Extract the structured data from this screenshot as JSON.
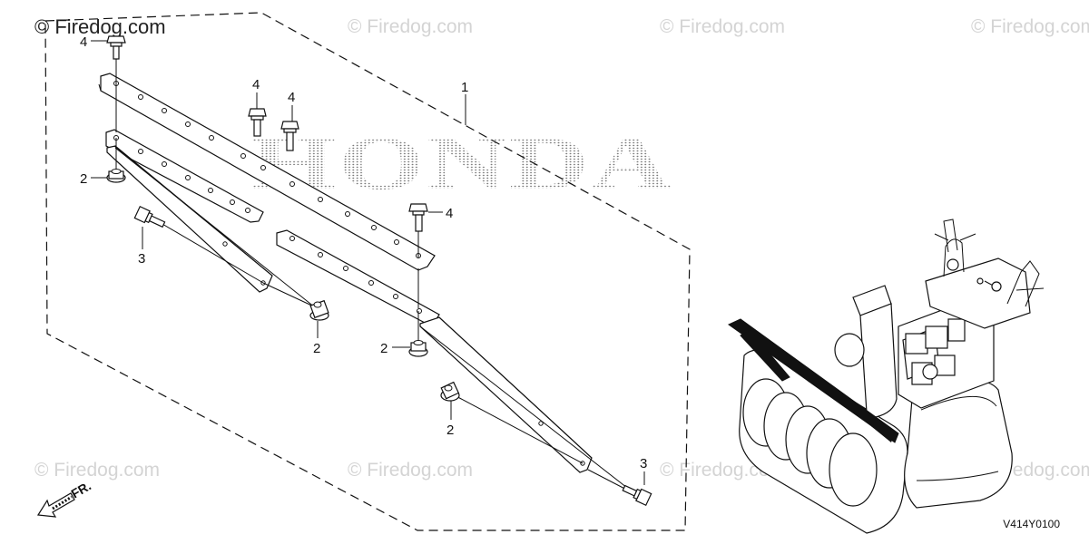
{
  "watermark": {
    "text_top_left": "© Firedog.com",
    "text_repeat": "© Firedog.com"
  },
  "diagram_code": "V414Y0100",
  "brand_watermark": "HONDA",
  "front_indicator": "FR.",
  "callouts": {
    "part_1": "1",
    "part_2": "2",
    "part_3": "3",
    "part_4": "4"
  },
  "colors": {
    "line": "#111111",
    "watermark": "#d4d4d4",
    "background": "#ffffff"
  }
}
